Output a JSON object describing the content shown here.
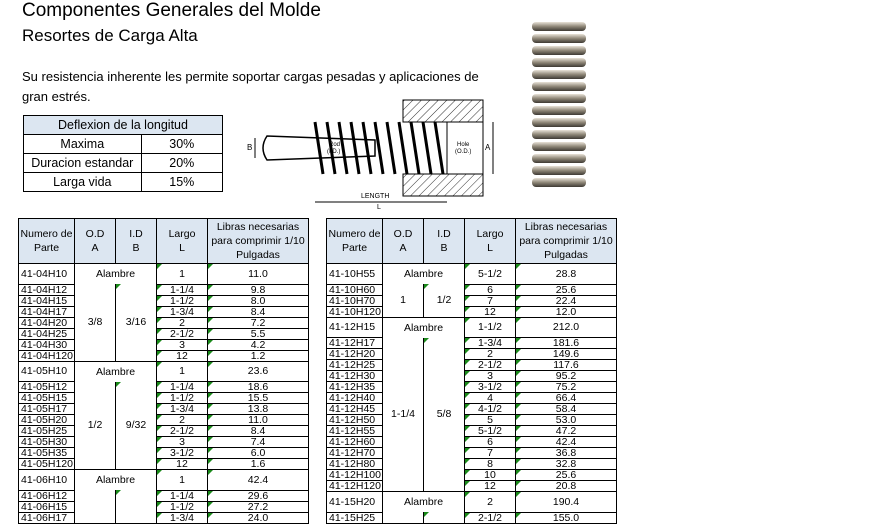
{
  "header": {
    "title": "Componentes Generales del Molde",
    "subtitle": "Resortes de Carga Alta",
    "description": "Su resistencia inherente les permite soportar cargas pesadas y aplicaciones de gran estrés."
  },
  "deflexion": {
    "heading": "Deflexion de la longitud",
    "rows": [
      {
        "label": "Maxima",
        "value": "30%"
      },
      {
        "label": "Duracion estandar",
        "value": "20%"
      },
      {
        "label": "Larga vida",
        "value": "15%"
      }
    ]
  },
  "diagram": {
    "b": "B",
    "a": "A",
    "rod": "Rod",
    "rod_id": "(I.D.)",
    "hole": "Hole",
    "hole_od": "(O.D.)",
    "length": "LENGTH",
    "l": "L"
  },
  "columns": {
    "numero": [
      "Numero de",
      "Parte"
    ],
    "od": [
      "O.D",
      "A"
    ],
    "id": [
      "I.D",
      "B"
    ],
    "largo": [
      "Largo",
      "L"
    ],
    "libras": [
      "Libras necesarias",
      "para comprimir 1/10",
      "Pulgadas"
    ]
  },
  "left_table": {
    "groups": [
      {
        "od": "3/8",
        "id": "3/16",
        "alambre": "Alambre",
        "rows": [
          [
            "41-04H10",
            "1",
            "11.0"
          ],
          [
            "41-04H12",
            "1-1/4",
            "9.8"
          ],
          [
            "41-04H15",
            "1-1/2",
            "8.0"
          ],
          [
            "41-04H17",
            "1-3/4",
            "8.4"
          ],
          [
            "41-04H20",
            "2",
            "7.2"
          ],
          [
            "41-04H25",
            "2-1/2",
            "5.5"
          ],
          [
            "41-04H30",
            "3",
            "4.2"
          ],
          [
            "41-04H120",
            "12",
            "1.2"
          ]
        ]
      },
      {
        "od": "1/2",
        "id": "9/32",
        "alambre": "Alambre",
        "rows": [
          [
            "41-05H10",
            "1",
            "23.6"
          ],
          [
            "41-05H12",
            "1-1/4",
            "18.6"
          ],
          [
            "41-05H15",
            "1-1/2",
            "15.5"
          ],
          [
            "41-05H17",
            "1-3/4",
            "13.8"
          ],
          [
            "41-05H20",
            "2",
            "11.0"
          ],
          [
            "41-05H25",
            "2-1/2",
            "8.4"
          ],
          [
            "41-05H30",
            "3",
            "7.4"
          ],
          [
            "41-05H35",
            "3-1/2",
            "6.0"
          ],
          [
            "41-05H120",
            "12",
            "1.6"
          ]
        ]
      },
      {
        "od": "",
        "id": "",
        "alambre": "Alambre",
        "rows": [
          [
            "41-06H10",
            "1",
            "42.4"
          ],
          [
            "41-06H12",
            "1-1/4",
            "29.6"
          ],
          [
            "41-06H15",
            "1-1/2",
            "27.2"
          ],
          [
            "41-06H17",
            "1-3/4",
            "24.0"
          ]
        ]
      }
    ]
  },
  "right_table": {
    "groups": [
      {
        "od": "1",
        "id": "1/2",
        "alambre": "Alambre",
        "rows": [
          [
            "41-10H55",
            "5-1/2",
            "28.8"
          ],
          [
            "41-10H60",
            "6",
            "25.6"
          ],
          [
            "41-10H70",
            "7",
            "22.4"
          ],
          [
            "41-10H120",
            "12",
            "12.0"
          ]
        ]
      },
      {
        "od": "1-1/4",
        "id": "5/8",
        "alambre": "Alambre",
        "rows": [
          [
            "41-12H15",
            "1-1/2",
            "212.0"
          ],
          [
            "41-12H17",
            "1-3/4",
            "181.6"
          ],
          [
            "41-12H20",
            "2",
            "149.6"
          ],
          [
            "41-12H25",
            "2-1/2",
            "117.6"
          ],
          [
            "41-12H30",
            "3",
            "95.2"
          ],
          [
            "41-12H35",
            "3-1/2",
            "75.2"
          ],
          [
            "41-12H40",
            "4",
            "66.4"
          ],
          [
            "41-12H45",
            "4-1/2",
            "58.4"
          ],
          [
            "41-12H50",
            "5",
            "53.0"
          ],
          [
            "41-12H55",
            "5-1/2",
            "47.2"
          ],
          [
            "41-12H60",
            "6",
            "42.4"
          ],
          [
            "41-12H70",
            "7",
            "36.8"
          ],
          [
            "41-12H80",
            "8",
            "32.8"
          ],
          [
            "41-12H100",
            "10",
            "25.6"
          ],
          [
            "41-12H120",
            "12",
            "20.8"
          ]
        ]
      },
      {
        "od": "",
        "id": "",
        "alambre": "Alambre",
        "rows": [
          [
            "41-15H20",
            "2",
            "190.4"
          ],
          [
            "41-15H25",
            "2-1/2",
            "155.0"
          ]
        ]
      }
    ]
  }
}
